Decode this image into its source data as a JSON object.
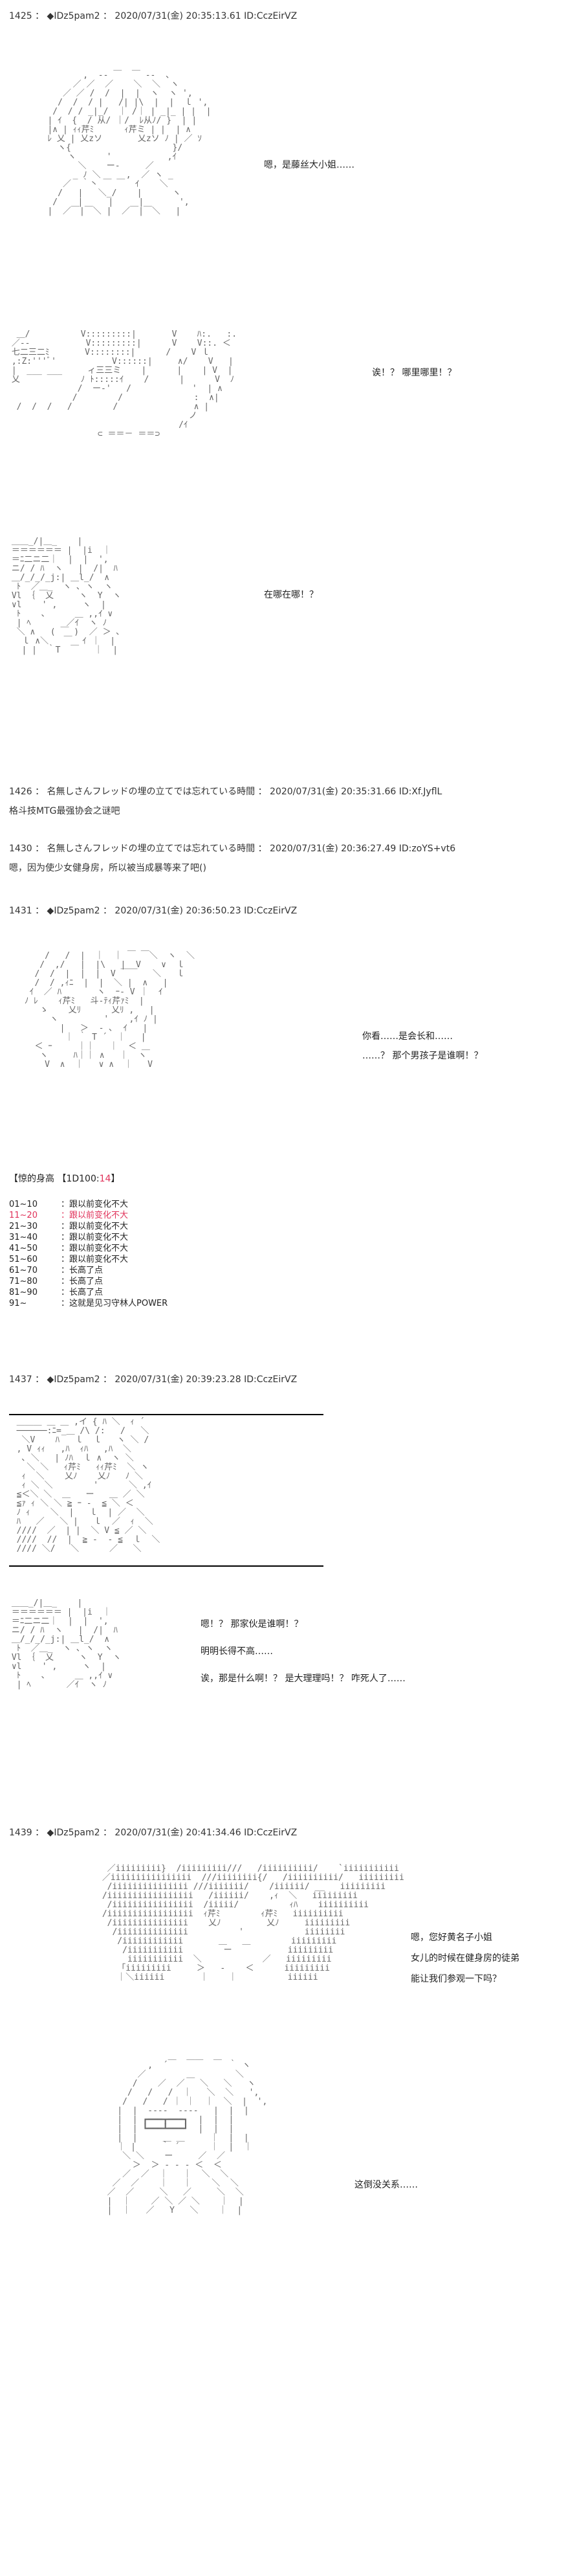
{
  "posts": [
    {
      "number": "1425",
      "name": "◆IDz5pam2",
      "date": "2020/07/31(金) 20:35:13.61",
      "id": "ID:CczEirVZ"
    },
    {
      "number": "1426",
      "name": "名無しさんフレッドの埋の立てでは忘れている時間",
      "date": "2020/07/31(金) 20:35:31.66",
      "id": "ID:Xf.JyflL"
    },
    {
      "number": "1430",
      "name": "名無しさんフレッドの埋の立てでは忘れている時間",
      "date": "2020/07/31(金) 20:36:27.49",
      "id": "ID:zoYS+vt6"
    },
    {
      "number": "1431",
      "name": "◆IDz5pam2",
      "date": "2020/07/31(金) 20:36:50.23",
      "id": "ID:CczEirVZ"
    },
    {
      "number": "1437",
      "name": "◆IDz5pam2",
      "date": "2020/07/31(金) 20:39:23.28",
      "id": "ID:CczEirVZ"
    },
    {
      "number": "1439",
      "name": "◆IDz5pam2",
      "date": "2020/07/31(金) 20:41:34.46",
      "id": "ID:CczEirVZ"
    }
  ],
  "replies": {
    "r1426": "格斗技MTG最强协会之谜吧",
    "r1430": "嗯，因为使少女健身房，所以被当成暴等来了吧()"
  },
  "dialog": {
    "d1": "嗯，是藤丝大小姐……",
    "d2": "诶！？ 哪里哪里！？",
    "d3": "在哪在哪！？",
    "d4": "你看……是会长和……",
    "d5": "……？ 那个男孩子是谁啊！？",
    "d6": "嗯！？ 那家伙是谁啊！？",
    "d7": "明明长得不高……",
    "d8": "诶，那是什么啊！？ 是大理理吗！？ 咋死人了……",
    "d9": "嗯，您好黄名子小姐",
    "d10": "女儿的时候在健身房的徒弟",
    "d11": "能让我们参观一下吗？",
    "d12": "这倒没关系……"
  },
  "roll": {
    "title_prefix": "【惊的身高 【1D100:",
    "title_value": "14",
    "title_suffix": "】",
    "rows": [
      {
        "range": "01~10",
        "text": "：跟以前变化不大",
        "hit": false
      },
      {
        "range": "11~20",
        "text": "：跟以前变化不大",
        "hit": true
      },
      {
        "range": "21~30",
        "text": "：跟以前变化不大",
        "hit": false
      },
      {
        "range": "31~40",
        "text": "：跟以前变化不大",
        "hit": false
      },
      {
        "range": "41~50",
        "text": "：跟以前变化不大",
        "hit": false
      },
      {
        "range": "51~60",
        "text": "：跟以前变化不大",
        "hit": false
      },
      {
        "range": "61~70",
        "text": "：长高了点",
        "hit": false
      },
      {
        "range": "71~80",
        "text": "：长高了点",
        "hit": false
      },
      {
        "range": "81~90",
        "text": "：长高了点",
        "hit": false
      },
      {
        "range": "91~",
        "text": "：这就是见习守林人POWER",
        "hit": false
      }
    ]
  },
  "ascii_art": {
    "a1": "          ,  -‐ ￣  ￣ ‐-  、\n        ／ ／  ／    ＼  ＼  ヽ\n      ／ ／ /  /  |  |  ヽ  ヽ ',\n     /  /  / |   /| |\\  |  |  ｌ ',\n    /  / / _|_/  ｜ /｜ | _|_ | |  |\n   | ｲ  {  / 从/ ｜/  ﾚ从ﾉ/ }  | |\n   |∧ | ｨｨ芹ﾐ      ｨ芹ミ | |  | ∧\n   ﾚ 乂 | 乂zソ       乂zソ ﾉ | ／ ｿ\n     ヽ{                    }/\n       ヽ      '           ,ｲ\n         ＼    ー‐     ／\n        _ ﾉ ＼     ,  ／ ヽ _\n      ／  ｀丶 ￣ ￣  ｲ    ＼\n     /   |   ＼_/    |      ヽ\n    /    |     |     |       ',\n   |  ／￣|￣＼ |  ／￣|￣＼   |",
    "a2": "  ＿/          V:::::::::|       V    ﾊ:.   :.\n ／‐-           V:::::::::|      V    V::. ＜\n 七二三二ﾐ       V::::::::|      /    V ｌ\n ,:Z:'''ﾞ'           V::::::|     ∧/    V   |\n |  ___ ___     ィ三三ミ    |      |    | V  |\n 乂            ﾉ ﾄ:::::ｲ    /      |      V  ﾉ\n              /  ー‐'   /            '  | ∧\n             /        /              :  ∧|\n  /  /  /   /        /               ∧ |\n                                    ノ\n                                  /ｲ\n                  ⊂ ＝＝－ ＝＝⊃",
    "a3": " ＿＿_/|＿_    |\n ＝＝＝＝＝＝ |  |i  ｜\n ＝ﾆ二ニ二｜  |  |  ',\n ニ/ / ﾊ  ヽ   |  /|  ﾊ\n ＿/_/_/_j:| ＿l_/  ∧\n  ﾄ  ／＿_  ヽ ､ ヽ  ヽ\n Vl ｛  乂     ヽ  Y  ヽ\n ∨l    ' ,     ヽ  |\n  ﾄ    、     ＿ ,,ｲ ∨\n  | ﾍ       ／ｲ  ヽ ﾉ\n  ＼ ∧   ( ￣ )  ／ ＞ ､\n   ｌ ∧＼   ￣  ｲ ｜  |\n   | |  ｀T  ￣   ｜  |",
    "a4": "     /   /  |  ｜  ｜ ￣ ￣＼  ヽ  ＼\n    /  ,/   |  |\\   |  V    ∨  ｌ\n   /  /  |  |  |  V ￣￣   ＼   ｌ\n   /  / ,ｨﾆ  |  |  ＼ |  ∧   |\n  ｲ  ／ ﾊ       ヽ  ｰ- V ｜  ｲ\n ﾉ ﾚ    ｨ芹ﾐ   斗-ﾃｨ芹ｧﾐ  |\n    ゝ    乂ﾘ      乂ﾘ ,   |\n      ヽ         '    ,ｲ ﾉ |\n        |   ＞  ‐ ､  ｲ   |\n         ｜ ｀ T ´  ｜   |\n   ＜ ｰ     ｜｜   ｜  ＜ ＿\n    ヽ     ﾊ｜｜ ∧   ｜  ヽ\n     V  ∧  ｜   ∨ ∧  ｜   V",
    "a5": "  ＿＿＿ ＿ ＿ ,イ { ﾊ ＼  ｨ ´\n  ──────:ﾆ=_＿ /\\ /:   /   ＼\n   ＼V    ﾊ   ｌ  ｌ   ヽ ＼ /\n  , V ｨｨ   ,ﾊ  ｨﾊ   ,ﾊ  ＼\n   ､ ＼   | ﾉﾊ  ｌ ∧  ヽ ＼\n    ＼ ＼   ｨ芹ﾐ   ｨｨ芹ﾐ  ＼ ヽ\n   ｨ  ＼    乂ﾉ    乂ﾉ   ﾉ ＼\n   ｨ ＼ ＼        '      ＼ ,ｲ\n  ≦＜＼ ＼  ＿   ー   ＿ ／ ＼\n  ≦ｧ ｨ ＼ ＼ ≧ ｰ ‐  ≦ ＼ ＜\n  ﾉ ｨ    ＼  |   ｌ  | ／  ＼\n  ﾊ   ／   ＼ |   ｌ  ／  ｨ  ＼\n  ////  ／  | |  ＼ V ≦ ／ ＼\n  ////  //  |  ≧ ‐  ‐ ≦  ｌ  ＼\n  //// ＼/   ＼      ／   ＼",
    "a6": " ＿＿_/|＿_    |\n ＝＝＝＝＝＝ |  |i  ｜\n ＝ﾆ二ニ二｜  |  |  ',\n ニ/ / ﾊ  ヽ   |  /|  ﾊ\n ＿/_/_/_j:| ＿l_/  ∧\n  ﾄ  ／＿_  ヽ ､ ヽ  ヽ\n Vl ｛  乂     ヽ  Y  ヽ\n ∨l    ' ,     ヽ  |\n  ﾄ    、     ＿ ,,ｲ ∨\n  | ﾍ       ／ｲ  ヽ ﾉ",
    "a7": "  ／iiiiiiiii}  /iiiiiiiii///   /iiiiiiiiii/    `iiiiiiiiiii\n ／iiiiiiiiiiiiiiii  ///iiiiiiii{/   /iiiiiiiiii/   iiiiiiiii\n  /iiiiiiiiiiiiiii ///iiiiiii/    /iiiiii/ __   iiiiiiiii\n /iiiiiiiiiiiiiiiii   /iiiiii/    ,ｨ  ＼   iiiiiiiii\n  /iiiiiiiiiiiiiiii  /iiiii/          ｨﾊ    iiiiiiiiii\n /iiiiiiiiiiiiiiiii  ｨ芹ﾐ        ｨ芹ﾐ   iiiiiiiiii\n  /iiiiiiiiiiiiiii    乂ﾉ         乂ﾉ     iiiiiiiii\n   /iiiiiiiiiiiiii          '            iiiiiiii\n    /iiiiiiiiiiii       ＿   ＿        iiiiiiiii\n     /iiiiiiiiiii        ー           iiiiiiiii\n      iiiiiiiiiii  ＼            ／   iiiiiiiii\n    「iiiiiiiii     ＞   ‐    ＜      iiiiiiiii\n    ｜＼iiiiii       ｜    ｜          iiiiii",
    "a8": "              ＿  ＿＿  ＿\n          ,  ´            ｀ ヽ\n        ／        ＿        ＼\n       /    ／  ／   ＼   ＼   ヽ\n      /   /   /  ｜   ＼  ＼   ',\n     /   /   / ｜ ｜  ｜  ＼  |  ',\n    |  |  ‐‐‐‐  ‐‐‐‐   |  |  |\n    |  | ┏━━━┳━━━┓  |  |  |\n    |  | ┗━━━┻━━━┛  |  |  |\n    |  |     ＿ ＿     ｜  |  |\n    ｜ |     ｀ ´      ｜  |  ｜\n     ＼ ＼    ー     ／  ／\n       ＞  ＞ ‐ ‐ ‐ ＜  ＜\n     ／  ／  ｜   ｜  ＼  ＼\n   ／  ／    ｜   ｜    ＼  ＼\n  ／  ／     ＼   ／     ＼  ＼\n  |  ｜    ／ ＼ ／ ＼    ｜  |\n  |  ｜   ／   Y   ＼    ｜  |"
  }
}
